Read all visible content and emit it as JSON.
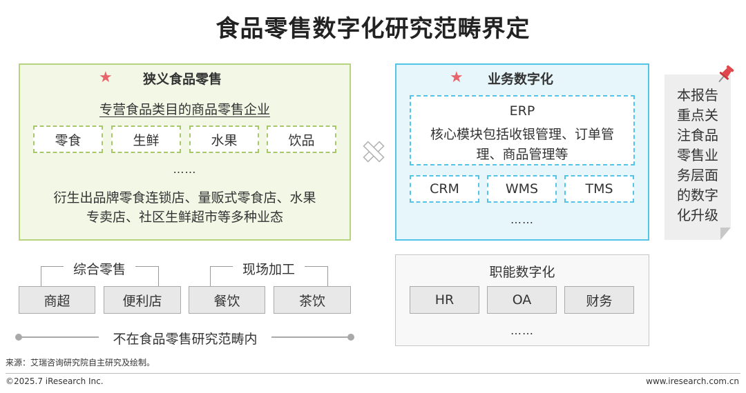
{
  "title": "食品零售数字化研究范畴界定",
  "narrow_retail": {
    "star": "★",
    "heading": "狭义食品零售",
    "subheading": "专营食品类目的商品零售企业",
    "categories": [
      "零食",
      "生鲜",
      "水果",
      "饮品"
    ],
    "ellipsis": "……",
    "description_line1": "衍生出品牌零食连锁店、量贩式零食店、水果",
    "description_line2": "专卖店、社区生鲜超市等多种业态"
  },
  "cross_symbol": "×",
  "business_digital": {
    "star": "★",
    "heading": "业务数字化",
    "erp_line1": "ERP",
    "erp_line2": "核心模块包括收银管理、订单管",
    "erp_line3": "理、商品管理等",
    "systems": [
      "CRM",
      "WMS",
      "TMS"
    ],
    "ellipsis": "……"
  },
  "functional_digital": {
    "heading": "职能数字化",
    "systems": [
      "HR",
      "OA",
      "财务"
    ],
    "ellipsis": "……"
  },
  "excluded": {
    "group1_label": "综合零售",
    "group1_items": [
      "商超",
      "便利店"
    ],
    "group2_label": "现场加工",
    "group2_items": [
      "餐饮",
      "茶饮"
    ],
    "caption": "不在食品零售研究范畴内"
  },
  "note": {
    "text": "本报告重点关注食品零售业务层面的数字化升级",
    "pin_icon": "pushpin-icon"
  },
  "source": "来源：艾瑞咨询研究院自主研究及绘制。",
  "copyright": "©2025.7 iResearch Inc.",
  "website": "www.iresearch.com.cn",
  "colors": {
    "green_border": "#b8d37e",
    "green_fill": "#f2f7e6",
    "blue_border": "#52c4e8",
    "blue_fill": "#e6f6fb",
    "star": "#e9646a",
    "pin": "#e0474c"
  }
}
